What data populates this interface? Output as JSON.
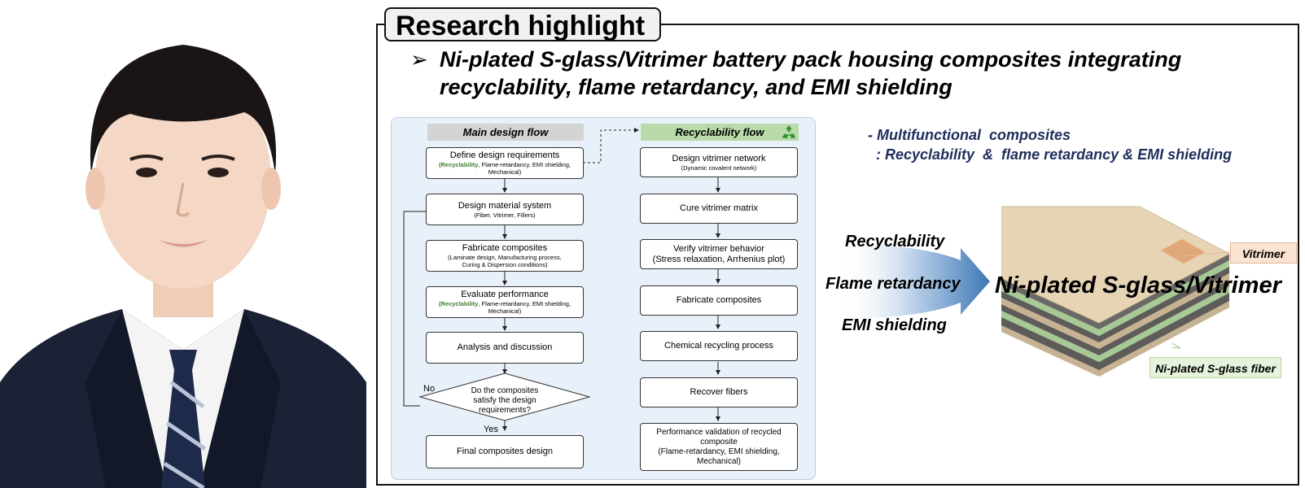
{
  "header": {
    "tag": "Research highlight"
  },
  "headline": {
    "bullet": "➢",
    "line1": "Ni-plated S-glass/Vitrimer battery pack housing composites integrating",
    "line2": "recyclability, flame retardancy, and EMI shielding"
  },
  "main_flow": {
    "title": "Main design flow",
    "steps": [
      {
        "title": "Define design requirements",
        "sub_green": "(Recyclability",
        "sub_rest": ", Flame-retardancy, EMI shielding,",
        "sub2": "Mechanical)"
      },
      {
        "title": "Design material system",
        "sub": "(Fiber, Vitrimer, Fillers)"
      },
      {
        "title": "Fabricate composites",
        "sub": "(Laminate design, Manufacturing process,",
        "sub2": "Curing & Dispersion conditions)"
      },
      {
        "title": "Evaluate performance",
        "sub_green": "(Recyclability",
        "sub_rest": ", Flame-retardancy, EMI shielding,",
        "sub2": "Mechanical)"
      },
      {
        "title": "Analysis and discussion"
      }
    ],
    "decision": {
      "line1": "Do the composites",
      "line2": "satisfy the design",
      "line3": "requirements?"
    },
    "no_label": "No",
    "yes_label": "Yes",
    "final": "Final composites design"
  },
  "recycle_flow": {
    "title": "Recyclability flow",
    "icon": "recycle-icon",
    "steps": [
      {
        "title": "Design vitrimer network",
        "sub": "(Dynamic covalent network)"
      },
      {
        "title": "Cure vitrimer matrix"
      },
      {
        "title": "Verify vitrimer behavior",
        "title2": "(Stress relaxation, Arrhenius plot)"
      },
      {
        "title": "Fabricate composites"
      },
      {
        "title": "Chemical recycling process"
      },
      {
        "title": "Recover fibers"
      },
      {
        "title": "Performance validation of recycled",
        "lines": [
          "composite",
          "(Flame-retardancy, EMI shielding,",
          "Mechanical)"
        ]
      }
    ]
  },
  "multifunctional": {
    "line1": "- Multifunctional  composites",
    "line2": "  : Recyclability  &  flame retardancy & EMI shielding"
  },
  "properties": [
    "Recyclability",
    "Flame retardancy",
    "EMI shielding"
  ],
  "composite": {
    "name": "Ni-plated S-glass/Vitrimer",
    "vitrimer_label": "Vitrimer",
    "fiber_label": "Ni-plated  S-glass fiber"
  },
  "colors": {
    "navy_text": "#1f2f5c",
    "green": "#3f7f2f",
    "arrow": "#3d78b4",
    "panel": "#e8f0f9"
  }
}
